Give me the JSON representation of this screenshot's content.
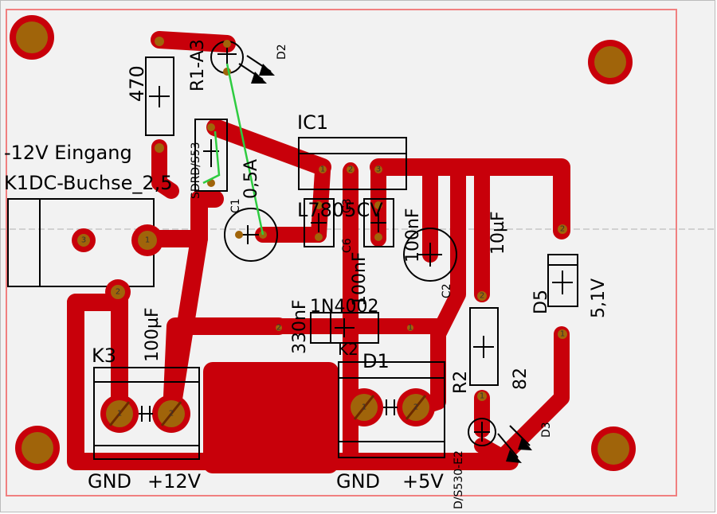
{
  "colors": {
    "background": "#f2f2f2",
    "board_outline": "#f08080",
    "copper": "#c8000a",
    "pad_fill": "#a0640a",
    "silkscreen": "#000000",
    "airwire": "#2ecc40",
    "drill_pad": "#a0640a"
  },
  "labels": {
    "input_title": "-12V Eingang",
    "connector_name": "K1DC-Buchse_2,5",
    "ic1": "IC1",
    "ic1_value": "L7805CV",
    "r1_value": "470",
    "r1_name": "R1-A3",
    "d2": "D2",
    "f1_value": "0,5A",
    "f1_part": "SDRD/S53",
    "c1": "C1",
    "c1_value": "100nF",
    "c3": "C3",
    "c6": "C6",
    "c6_value": "100nF",
    "c2": "C2",
    "c2_value": "10µF",
    "d5": "D5",
    "d5_value": "5,1V",
    "d1": "D1",
    "d1_value": "1N4002",
    "k2": "K2",
    "k2_value": "330nF",
    "k3": "K3",
    "k3_value": "100µF",
    "r2": "R2",
    "r2_value": "82",
    "d3": "D3",
    "d3_part": "D/S530-E2",
    "k3_gnd": "GND",
    "k3_12v": "+12V",
    "out_gnd": "GND",
    "out_5v": "+5V",
    "p1": "1",
    "p2": "2",
    "p3": "3"
  }
}
